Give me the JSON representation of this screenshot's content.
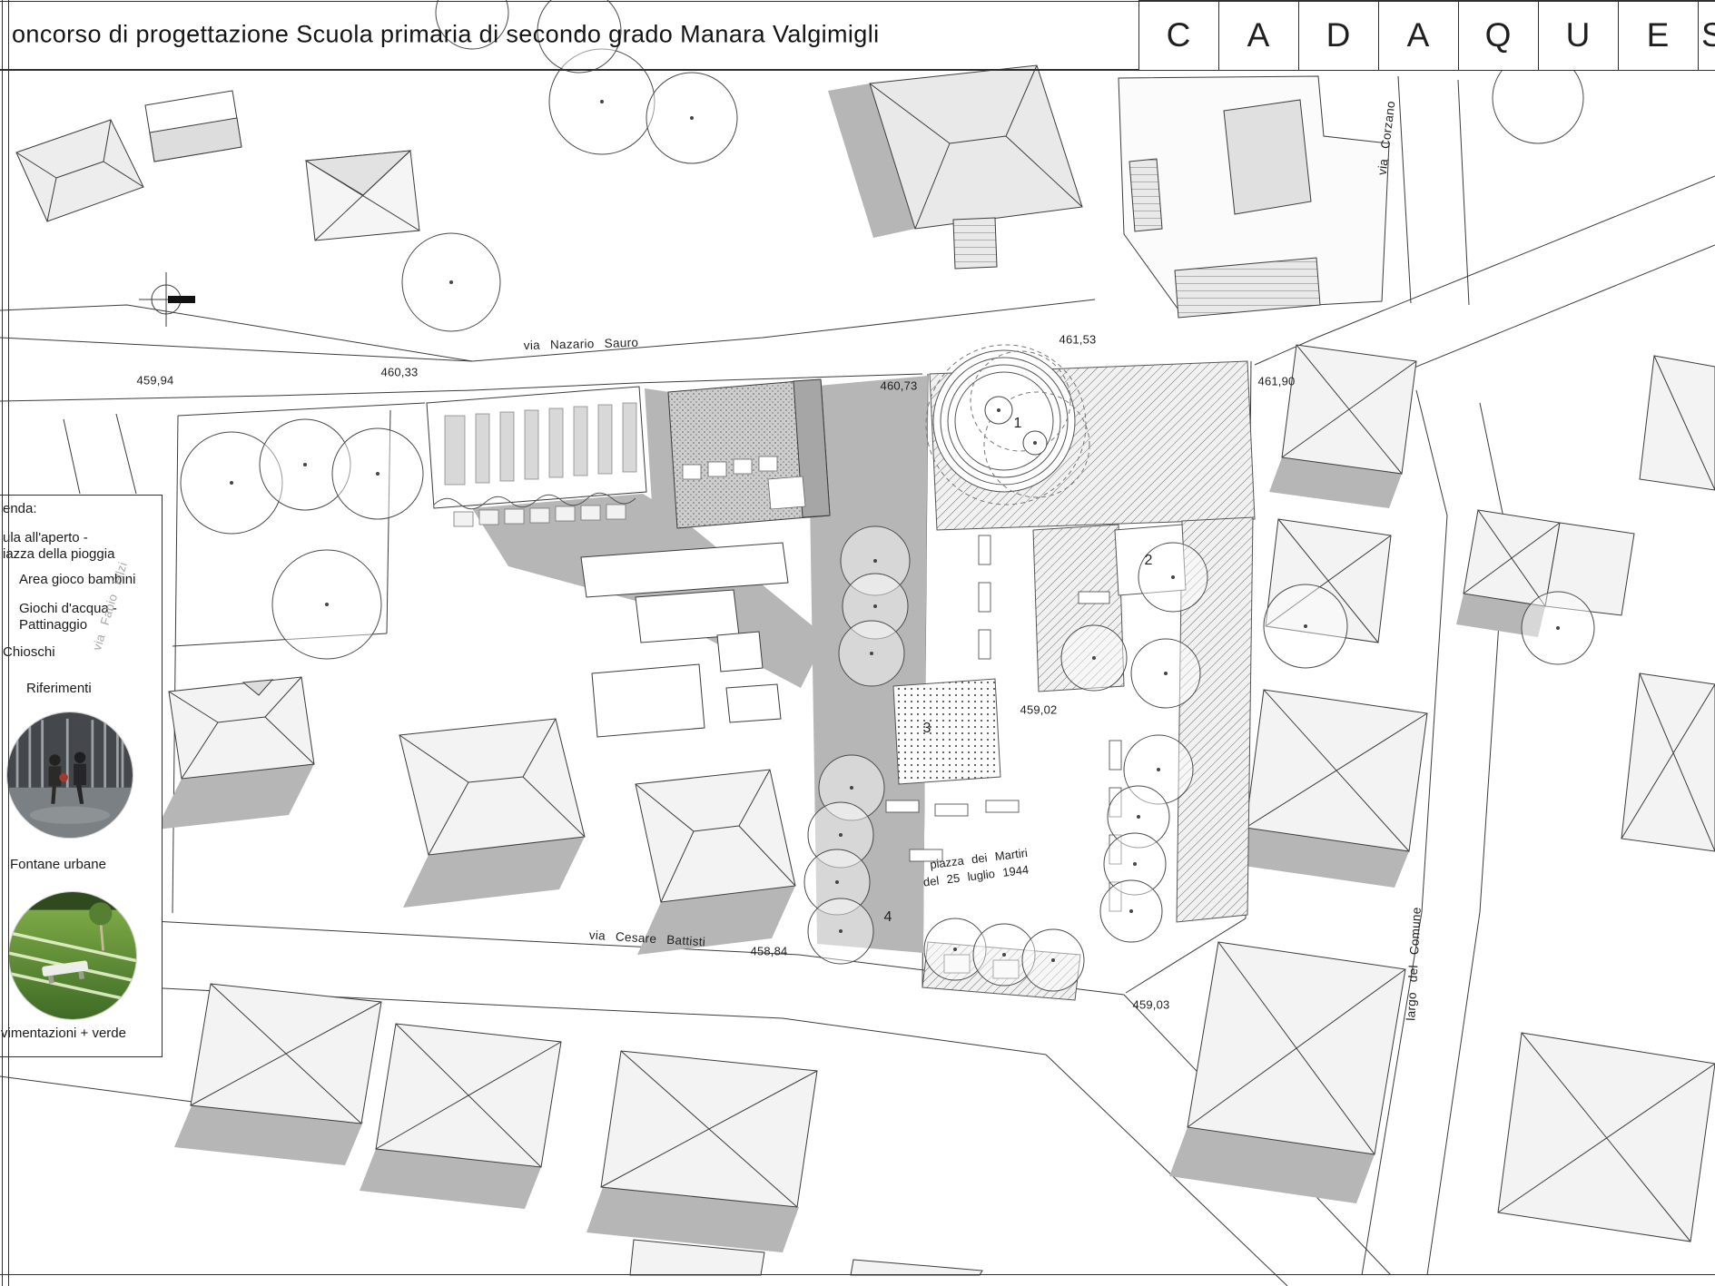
{
  "title_bar": {
    "title": "oncorso di progettazione Scuola primaria di secondo grado Manara Valgimigli",
    "letters": [
      "C",
      "A",
      "D",
      "A",
      "Q",
      "U",
      "E",
      "S"
    ]
  },
  "legend": {
    "heading": "enda:",
    "item_aula_1": "ula all'aperto -",
    "item_aula_2": "iazza della pioggia",
    "item_gioco": "Area gioco bambini",
    "item_acqua_1": "Giochi d'acqua -",
    "item_acqua_2": "Pattinaggio",
    "item_chioschi": "Chioschi",
    "heading_riferimenti": "Riferimenti",
    "caption_fontane": "Fontane urbane",
    "caption_pavimentazioni": "vimentazioni + verde"
  },
  "plan": {
    "streets": {
      "nazario": "via Nazario Sauro",
      "corzano": "via Corzano",
      "fabio": "via Fabio Filzi",
      "battisti": "via Cesare Battisti",
      "largo": "largo del Comune"
    },
    "elevations": [
      "459,94",
      "460,33",
      "460,73",
      "461,53",
      "461,90",
      "459,02",
      "458,84",
      "459,03"
    ],
    "markers": [
      "1",
      "2",
      "3",
      "4"
    ],
    "piazza_caption": [
      "piazza dei Martiri",
      "del 25 luglio 1944"
    ]
  }
}
